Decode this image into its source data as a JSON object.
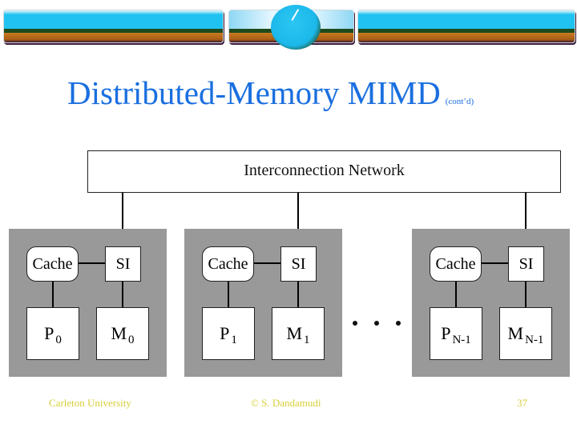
{
  "header": {
    "banner_icons": [
      "landscape-banner-left",
      "globe-emblem",
      "landscape-banner-right"
    ]
  },
  "title": {
    "main": "Distributed-Memory MIMD",
    "suffix": "(cont’d)",
    "color": "#1a6fe0"
  },
  "diagram": {
    "network_label": "Interconnection Network",
    "nodes": [
      {
        "cache": "Cache",
        "si": "SI",
        "processor": "P",
        "processor_sub": "0",
        "memory": "M",
        "memory_sub": "0"
      },
      {
        "cache": "Cache",
        "si": "SI",
        "processor": "P",
        "processor_sub": "1",
        "memory": "M",
        "memory_sub": "1"
      },
      {
        "cache": "Cache",
        "si": "SI",
        "processor": "P",
        "processor_sub": "N-1",
        "memory": "M",
        "memory_sub": "N-1"
      }
    ],
    "ellipsis": "• • •",
    "panel_color": "#999999"
  },
  "footer": {
    "left": "Carleton University",
    "center": "© S. Dandamudi",
    "page_number": "37",
    "color": "#d8cf3a"
  }
}
